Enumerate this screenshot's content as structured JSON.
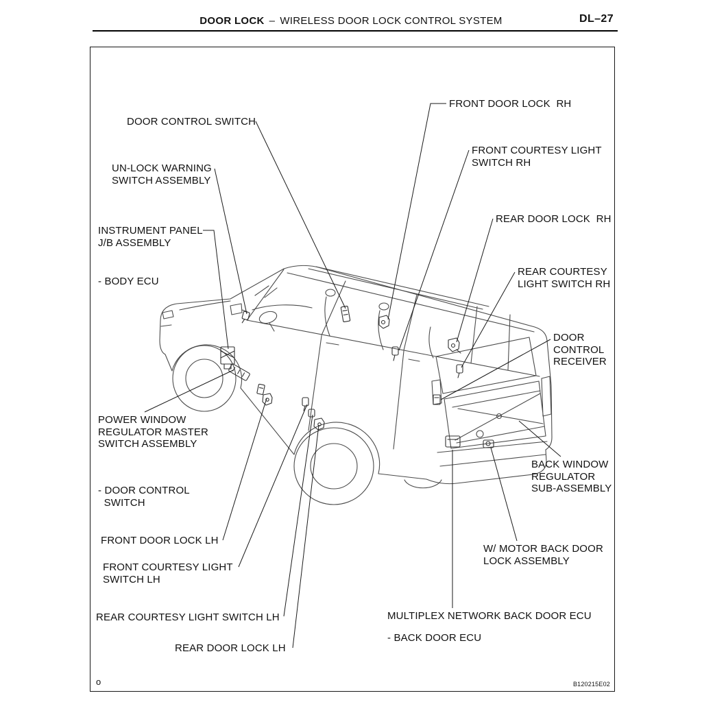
{
  "header": {
    "section": "DOOR LOCK",
    "divider": "–",
    "title": "WIRELESS DOOR LOCK CONTROL SYSTEM",
    "page_number": "DL–27"
  },
  "figure": {
    "labels": {
      "front_door_lock_rh": "FRONT DOOR LOCK  RH",
      "door_control_switch": "DOOR CONTROL SWITCH",
      "front_courtesy_light_switch_rh": "FRONT COURTESY LIGHT\nSWITCH RH",
      "unlock_warning_switch": "UN-LOCK WARNING\nSWITCH ASSEMBLY",
      "rear_door_lock_rh": "REAR DOOR LOCK  RH",
      "instrument_panel_jb": "INSTRUMENT PANEL\nJ/B ASSEMBLY",
      "body_ecu": "- BODY ECU",
      "rear_courtesy_light_switch_rh": "REAR COURTESY\nLIGHT SWITCH RH",
      "door_control_receiver": "DOOR\nCONTROL\nRECEIVER",
      "power_window_master": "POWER WINDOW\nREGULATOR MASTER\nSWITCH ASSEMBLY",
      "back_window_regulator": "BACK WINDOW\nREGULATOR\nSUB-ASSEMBLY",
      "door_control_switch_sub": "- DOOR CONTROL\n  SWITCH",
      "front_door_lock_lh": "FRONT DOOR LOCK LH",
      "w_motor_back_door_lock": "W/ MOTOR BACK DOOR\nLOCK ASSEMBLY",
      "front_courtesy_light_switch_lh": "FRONT COURTESY LIGHT\nSWITCH LH",
      "rear_courtesy_light_switch_lh": "REAR COURTESY LIGHT SWITCH LH",
      "multiplex_back_door_ecu": "MULTIPLEX NETWORK BACK DOOR ECU",
      "back_door_ecu": "- BACK DOOR ECU",
      "rear_door_lock_lh": "REAR DOOR LOCK LH"
    },
    "components": [
      "door-control-switch-rh",
      "front-door-lock-rh",
      "front-courtesy-light-switch-rh",
      "rear-door-lock-rh",
      "rear-courtesy-light-switch-rh",
      "door-control-receiver",
      "unlock-warning-switch",
      "instrument-panel-jb",
      "power-window-master-switch",
      "door-control-switch-lh",
      "front-door-lock-lh",
      "front-courtesy-light-switch-lh",
      "rear-courtesy-light-switch-lh",
      "rear-door-lock-lh",
      "back-window-regulator",
      "back-door-lock",
      "multiplex-back-door-ecu"
    ],
    "corner_mark": "o",
    "figure_code": "B120215E02"
  },
  "colors": {
    "text": "#111111",
    "line_art": "#4a4a4a",
    "leader": "#1a1a1a"
  }
}
